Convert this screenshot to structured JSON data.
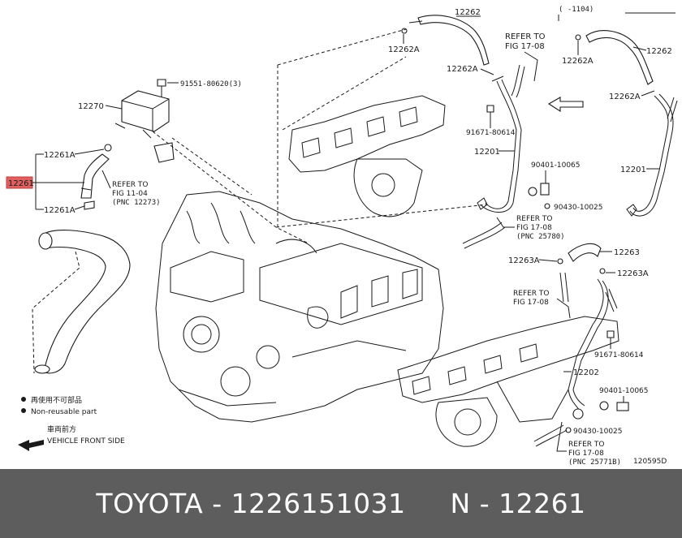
{
  "diagram": {
    "callouts": {
      "c12262_top": "12262",
      "c12262a_top": "12262A",
      "c12262a_mid": "12262A",
      "refer_a_1": "REFER TO",
      "refer_a_2": "FIG 17-08",
      "bracket": "( -1104)",
      "c12262_right": "12262",
      "c12262a_right_top": "12262A",
      "c12262a_right_mid": "12262A",
      "c91551": "91551-80620(3)",
      "c12270": "12270",
      "c12261a_top": "12261A",
      "c12261_highlight": "12261",
      "c12261a_bottom": "12261A",
      "refer_b_1": "REFER TO",
      "refer_b_2": "FIG 11-04",
      "refer_b_3": "(PNC 12273)",
      "c91671_top": "91671-80614",
      "c12201_left": "12201",
      "c12201_right": "12201",
      "c90401_top": "90401-10065",
      "c90430_top": "90430-10025",
      "refer_c_1": "REFER TO",
      "refer_c_2": "FIG 17-08",
      "refer_c_3": "(PNC 25780)",
      "c12263": "12263",
      "c12263a_left": "12263A",
      "c12263a_right": "12263A",
      "refer_d_1": "REFER TO",
      "refer_d_2": "FIG 17-08",
      "c91671_bottom": "91671-80614",
      "c12202": "12202",
      "c90401_bottom": "90401-10065",
      "c90430_bottom": "90430-10025",
      "refer_e_1": "REFER TO",
      "refer_e_2": "FIG 17-08",
      "refer_e_3": "(PNC 25771B)"
    },
    "legend": {
      "non_reusable_jp": "再使用不可部品",
      "non_reusable_en": "Non-reusable part",
      "front_jp": "車両前方",
      "front_en": "VEHICLE FRONT SIDE"
    },
    "figure_id": "120595D",
    "highlight_color": "#e06060"
  },
  "footer": {
    "text": "TOYOTA - 1226151031     N - 12261",
    "background": "#5d5d5d"
  }
}
